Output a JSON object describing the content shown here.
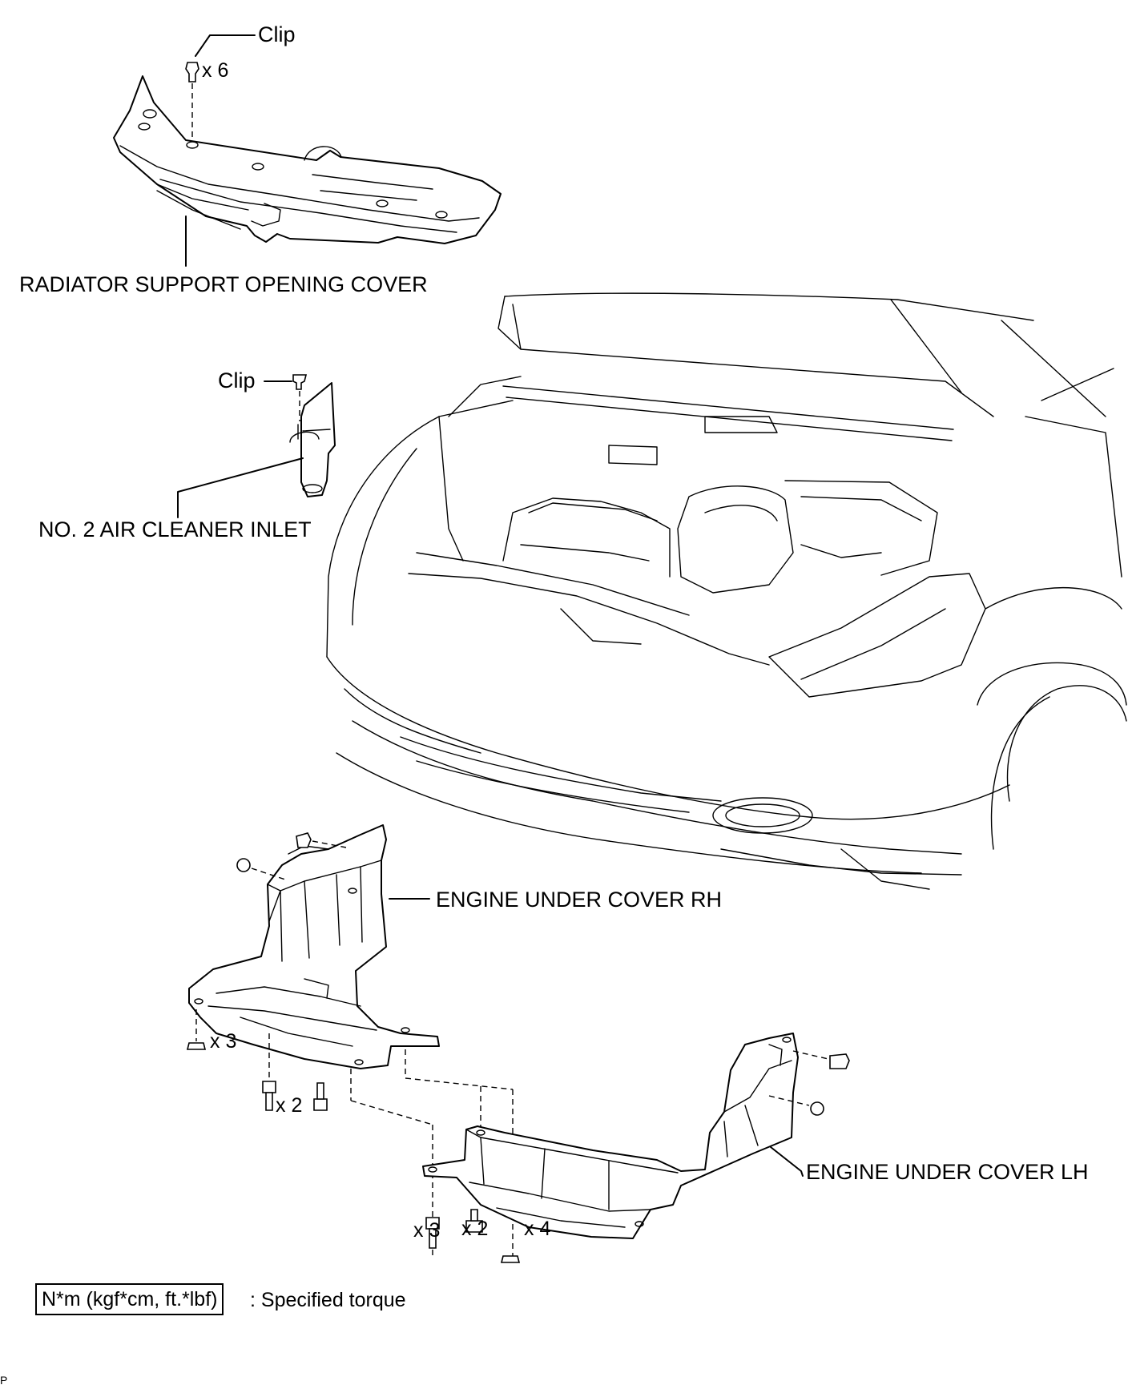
{
  "labels": {
    "clip_top": "Clip",
    "radiator_cover": "RADIATOR SUPPORT OPENING COVER",
    "clip_mid": "Clip",
    "air_cleaner": "NO. 2 AIR CLEANER INLET",
    "under_cover_rh": "ENGINE UNDER COVER RH",
    "under_cover_lh": "ENGINE UNDER COVER LH"
  },
  "quantities": {
    "clip_top": "x 6",
    "rh_clip": "x 3",
    "rh_bolt": "x 2",
    "lh_bolt": "x 3",
    "lh_screw": "x 2",
    "lh_clip": "x 4"
  },
  "legend": {
    "torque_box": "N*m (kgf*cm, ft.*lbf)",
    "torque_desc": ": Specified torque"
  },
  "figure_code": "P"
}
